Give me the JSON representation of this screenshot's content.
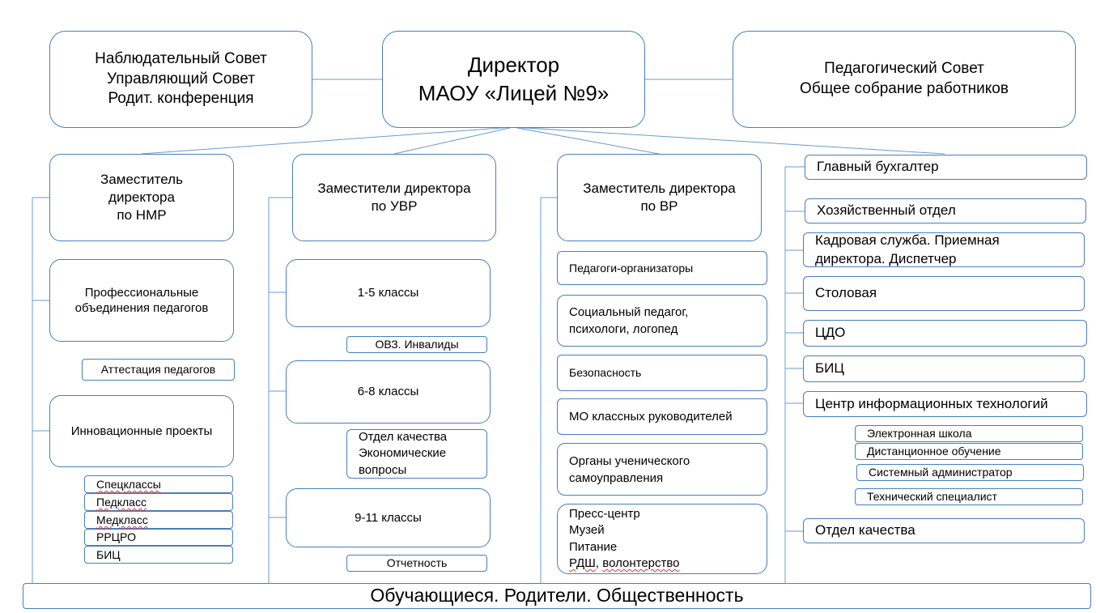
{
  "top": {
    "left": "Наблюдательный Совет\nУправляющий Совет\nРодит. конференция",
    "director": "Директор\nМАОУ «Лицей №9»",
    "right": "Педагогический Совет\nОбщее собрание работников"
  },
  "col1": {
    "head": "Заместитель\nдиректора\nпо НМР",
    "prof": "Профессиональные\nобъединения педагогов",
    "attest": "Аттестация педагогов",
    "innov": "Инновационные проекты",
    "items": [
      "Спецклассы",
      "Педкласс",
      "Медкласс",
      "РРЦРО",
      "БИЦ"
    ]
  },
  "col2": {
    "head": "Заместители директора\nпо УВР",
    "g1": "1-5 классы",
    "ovz": "ОВЗ. Инвалиды",
    "g2": "6-8 классы",
    "quality": "Отдел качества\nЭкономические\nвопросы",
    "g3": "9-11 классы",
    "report": "Отчетность"
  },
  "col3": {
    "head": "Заместитель директора\nпо ВР",
    "items": [
      "Педагоги-организаторы",
      "Социальный педагог,\nпсихологи, логопед",
      "Безопасность",
      "МО классных руководителей",
      "Органы ученического\nсамоуправления",
      "Пресс-центр\nМузей\nПитание\nРДШ, волонтерство"
    ]
  },
  "col4": {
    "items": [
      "Главный бухгалтер",
      "Хозяйственный отдел",
      "Кадровая служба. Приемная\nдиректора. Диспетчер",
      "Столовая",
      "ЦДО",
      "БИЦ",
      "Центр информационных технологий"
    ],
    "it": [
      "Электронная школа",
      "Дистанционное обучение",
      "Системный администратор",
      "Технический специалист"
    ],
    "quality": "Отдел качества"
  },
  "bottom": "Обучающиеся. Родители. Общественность",
  "colors": {
    "border": "#4a7ebb",
    "line": "#6a9bd1"
  }
}
